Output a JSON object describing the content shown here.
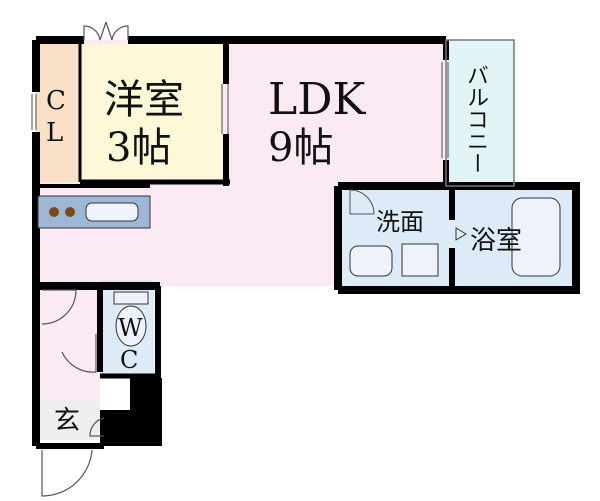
{
  "rooms": {
    "closet": {
      "l1": "C",
      "l2": "L"
    },
    "western_room": {
      "name": "洋室",
      "size": "3帖"
    },
    "ldk": {
      "name": "LDK",
      "size": "9帖"
    },
    "balcony": {
      "name": "バルコニー"
    },
    "washroom": {
      "name": "洗面"
    },
    "bathroom": {
      "name": "浴室"
    },
    "toilet": {
      "l1": "W",
      "l2": "C"
    },
    "entrance": {
      "name": "玄"
    }
  },
  "colors": {
    "wall": "#000000",
    "ldk_fill": "#fbeaf3",
    "western_fill": "#fdf8d8",
    "closet_fill": "#fbe0c8",
    "wet_fill": "#dcebf7",
    "balcony_fill": "#e3f4f6",
    "entrance_fill": "#eeeeee",
    "kitchen_fill": "#9fb6d6"
  }
}
